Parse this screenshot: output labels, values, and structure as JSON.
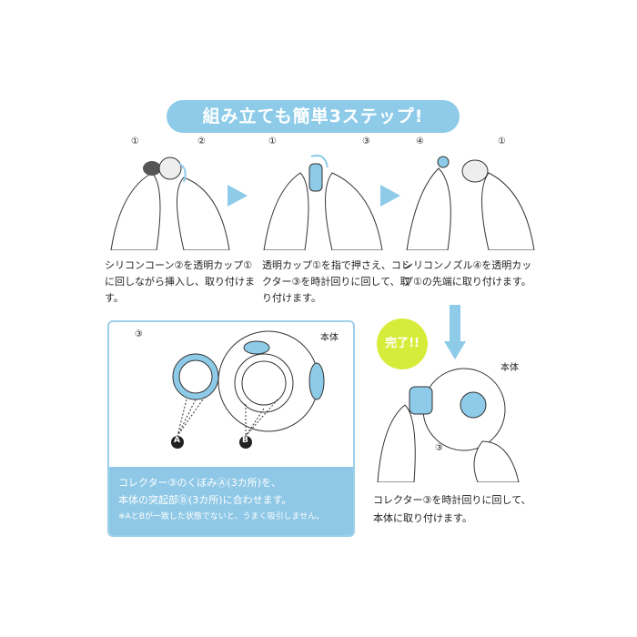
{
  "banner": {
    "title": "組み立ても簡単3ステップ!"
  },
  "steps": [
    {
      "labels": [
        "①",
        "②"
      ],
      "text": "シリコンコーン②を透明カップ①に回しながら挿入し、取り付けます。"
    },
    {
      "labels": [
        "①",
        "③"
      ],
      "text": "透明カップ①を指で押さえ、コレクター③を時計回りに回して、取り付けます。"
    },
    {
      "labels": [
        "④",
        "①"
      ],
      "text": "シリコンノズル④を透明カップ①の先端に取り付けます。"
    }
  ],
  "detail": {
    "label_collector": "③",
    "label_body": "本体",
    "marker_a": "A",
    "marker_b": "B",
    "line1": "コレクター③のくぼみⒶ(3カ所)を、",
    "line2": "本体の突起部Ⓑ(3カ所)に合わせます。",
    "note": "※AとBが一致した状態でないと、うまく吸引しません。"
  },
  "final": {
    "badge": "完了!!",
    "label_body": "本体",
    "label_collector": "③",
    "text": "コレクター③を時計回りに回して、本体に取り付けます。"
  },
  "colors": {
    "accent": "#8ecbe8",
    "done": "#d7ec3a"
  }
}
